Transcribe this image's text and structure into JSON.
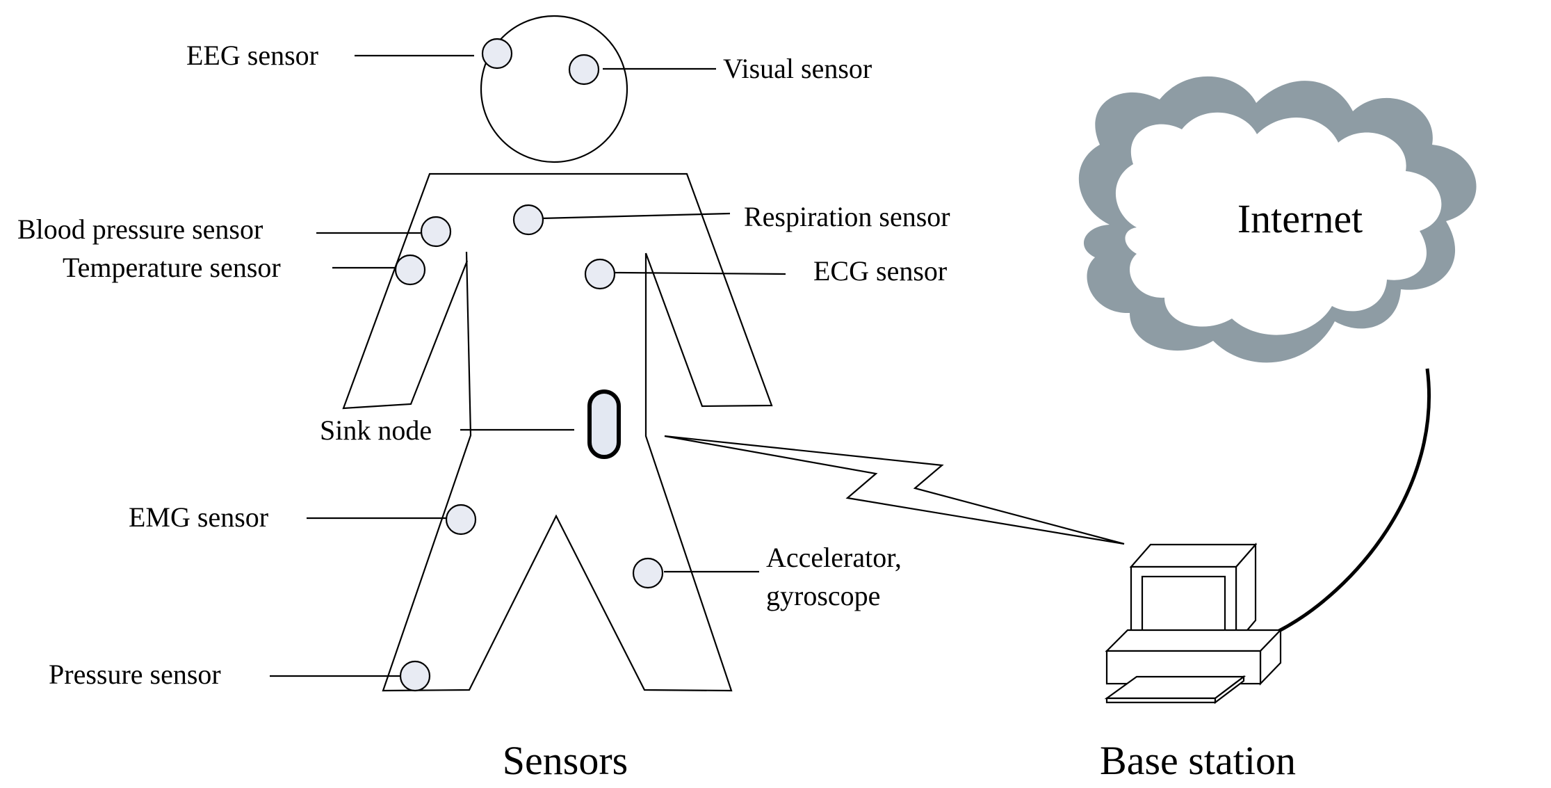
{
  "sensors": {
    "eeg": "EEG sensor",
    "visual": "Visual sensor",
    "blood_pressure": "Blood pressure sensor",
    "respiration": "Respiration sensor",
    "temperature": "Temperature sensor",
    "ecg": "ECG sensor",
    "sink": "Sink node",
    "emg": "EMG sensor",
    "accelerator_line1": "Accelerator,",
    "accelerator_line2": "gyroscope",
    "pressure": "Pressure sensor"
  },
  "cloud": {
    "label": "Internet"
  },
  "captions": {
    "left": "Sensors",
    "right": "Base station"
  },
  "colors": {
    "sensor_fill": "#e8ebf3",
    "cloud_gray": "#8e9ca4",
    "sink_fill": "#e3e8f2"
  }
}
